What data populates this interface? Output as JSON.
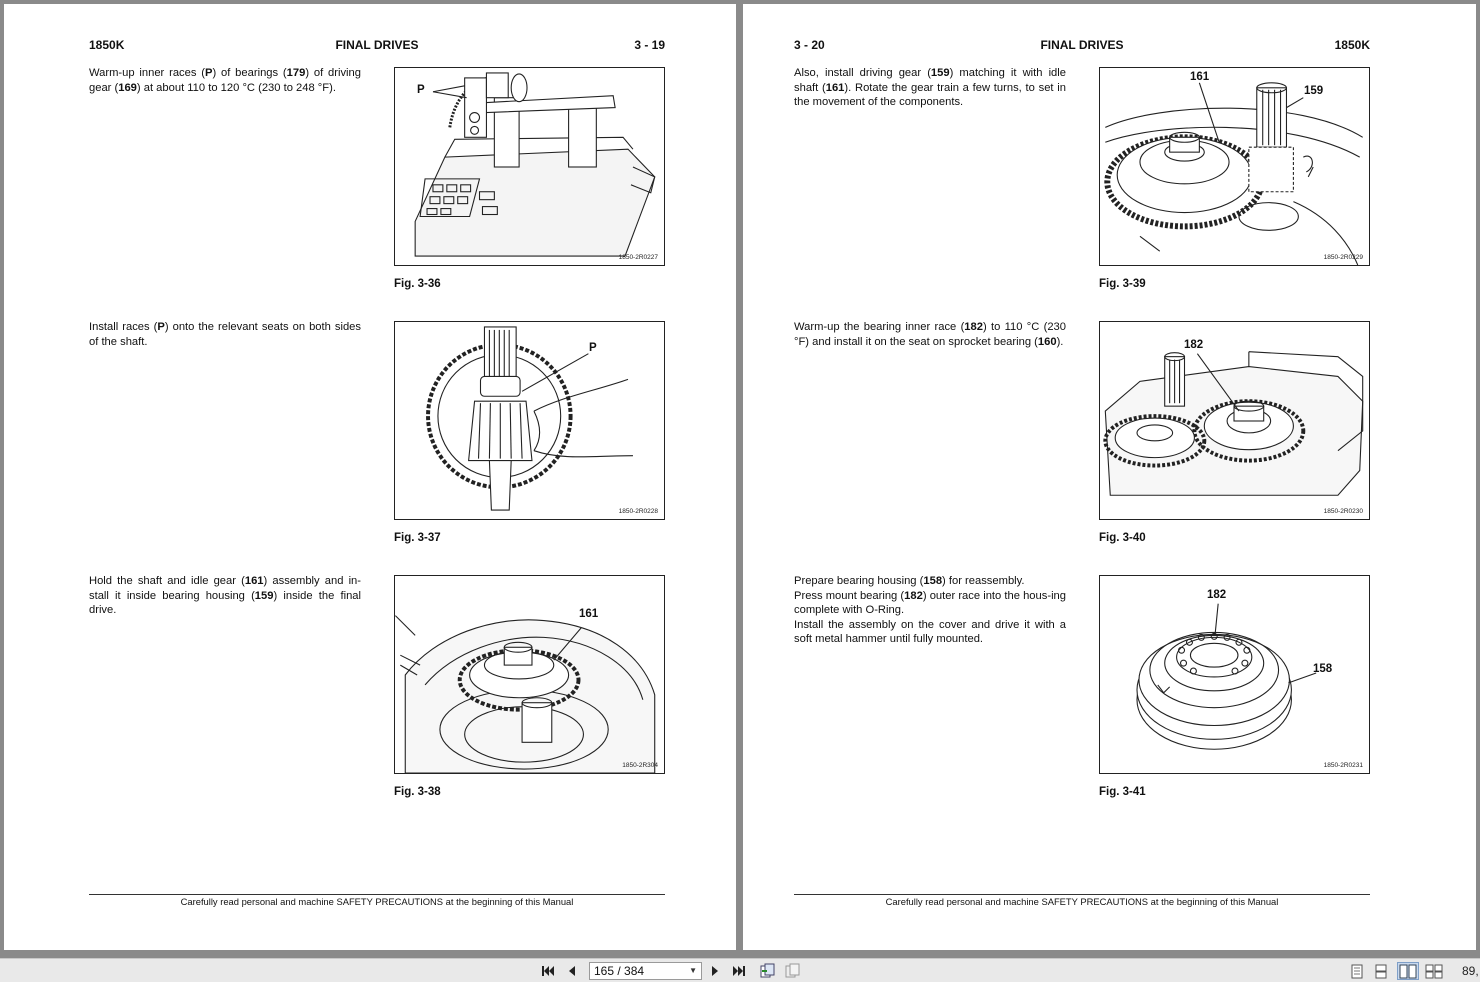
{
  "left_page": {
    "header": {
      "model": "1850K",
      "section": "FINAL DRIVES",
      "page_no": "3 - 19"
    },
    "blocks": [
      {
        "text_parts": [
          "Warm-up inner races (",
          "P",
          ") of bearings (",
          "179",
          ") of driving gear (",
          "169",
          ") at about 110 to 120 °C (230 to 248 °F)."
        ],
        "figure_id": "1850-2R0227",
        "callouts": [
          "P"
        ],
        "caption": "Fig. 3-36"
      },
      {
        "text_parts": [
          "Install races (",
          "P",
          ") onto the relevant seats on both sides of the shaft."
        ],
        "figure_id": "1850-2R0228",
        "callouts": [
          "P"
        ],
        "caption": "Fig. 3-37"
      },
      {
        "text_parts": [
          "Hold the shaft and idle gear (",
          "161",
          ") assembly and in-stall it inside bearing housing (",
          "159",
          ") inside the final drive."
        ],
        "figure_id": "1850-2R304",
        "callouts": [
          "161"
        ],
        "caption": "Fig. 3-38"
      }
    ],
    "footer": "Carefully read personal and machine SAFETY PRECAUTIONS at the beginning of this Manual"
  },
  "right_page": {
    "header": {
      "page_no": "3 - 20",
      "section": "FINAL DRIVES",
      "model": "1850K"
    },
    "blocks": [
      {
        "text_parts": [
          "Also, install driving gear (",
          "159",
          ") matching it with idle shaft (",
          "161",
          "). Rotate the gear train a few turns, to set in the movement of the components."
        ],
        "figure_id": "1850-2R0229",
        "callouts": [
          "161",
          "159"
        ],
        "caption": "Fig. 3-39"
      },
      {
        "text_parts": [
          "Warm-up the bearing inner race (",
          "182",
          ") to 110 °C (230 °F) and install it on the seat on sprocket bearing (",
          "160",
          ")."
        ],
        "figure_id": "1850-2R0230",
        "callouts": [
          "182"
        ],
        "caption": "Fig. 3-40"
      },
      {
        "text_parts": [
          "Prepare bearing housing (",
          "158",
          ") for reassembly.\nPress mount bearing (",
          "182",
          ") outer race into the hous-ing complete with O-Ring.\nInstall the assembly on the cover and drive it with a soft metal hammer until fully mounted."
        ],
        "figure_id": "1850-2R0231",
        "callouts": [
          "182",
          "158"
        ],
        "caption": "Fig. 3-41"
      }
    ],
    "footer": "Carefully read personal and machine SAFETY PRECAUTIONS at the beginning of this Manual"
  },
  "toolbar": {
    "page_indicator": "165 / 384",
    "zoom": "89,",
    "icons": [
      "first-page-icon",
      "prev-page-icon",
      "next-page-icon",
      "last-page-icon",
      "fit-page-icon",
      "fit-width-icon",
      "single-page-icon",
      "continuous-icon",
      "two-page-icon",
      "two-page-continuous-icon"
    ]
  }
}
